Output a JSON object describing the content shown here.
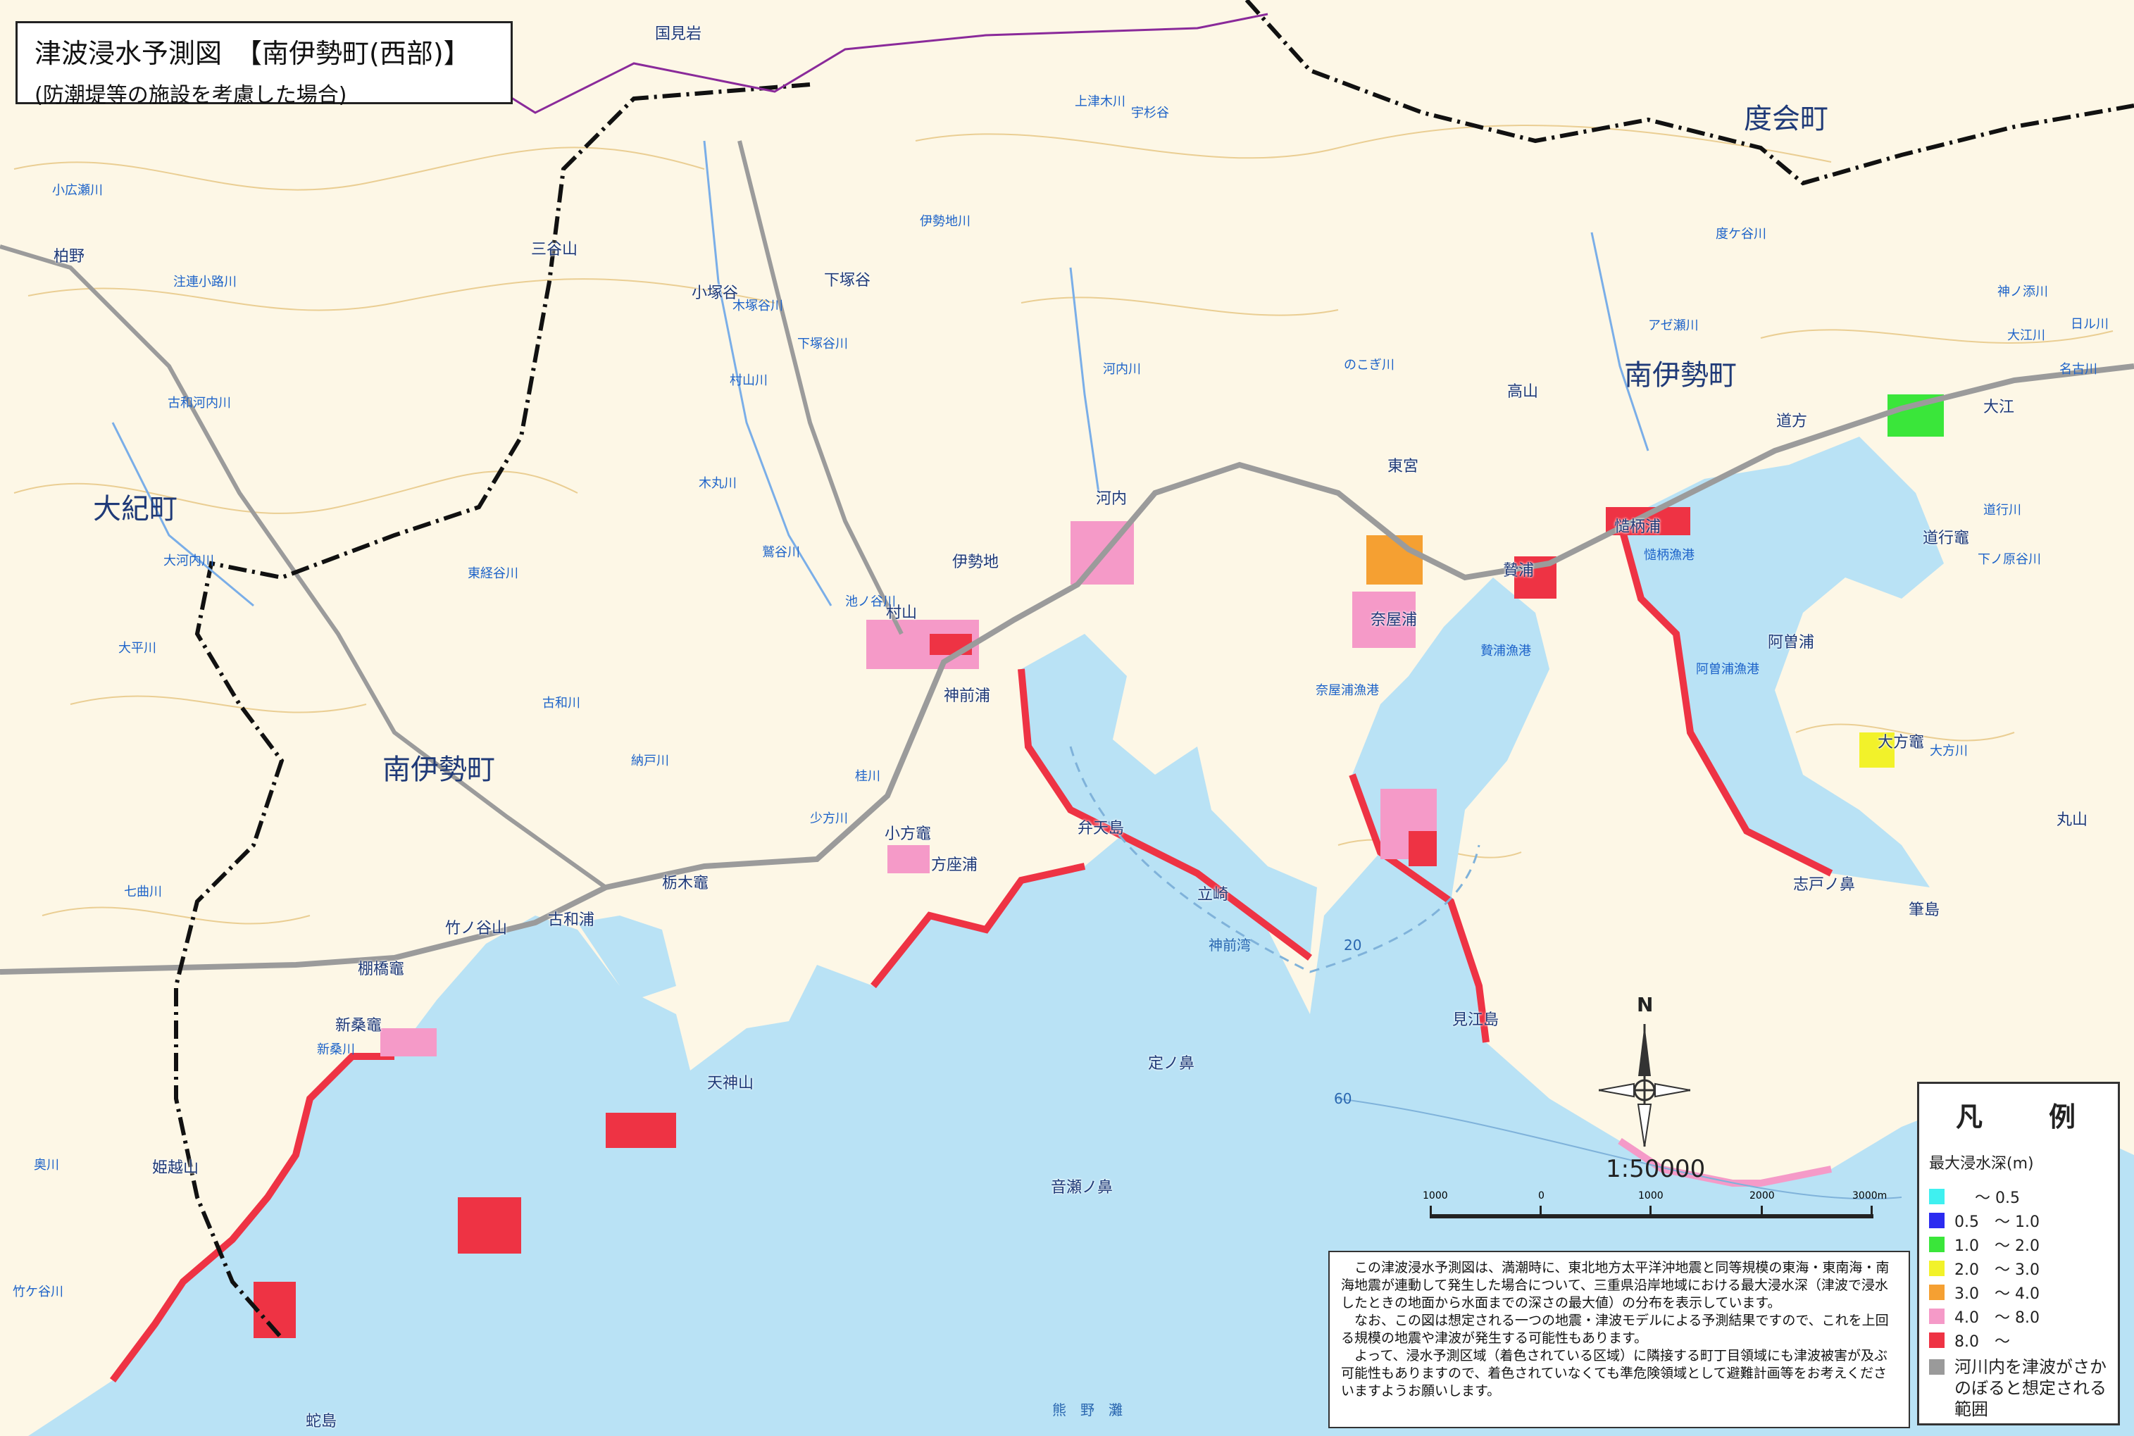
{
  "title": {
    "line1": "津波浸水予測図　【南伊勢町(西部)】",
    "line2": "(防潮堤等の施設を考慮した場合)"
  },
  "towns": {
    "ki": "大紀町",
    "minamiise_west": "南伊勢町",
    "minamiise_east": "南伊勢町",
    "watarai": "度会町"
  },
  "places": {
    "kuromiiwa": "国見岩",
    "kashino": "柏野",
    "sangoyama": "三谷山",
    "kozukadani": "小塚谷",
    "shimozukadani": "下塚谷",
    "takayama": "高山",
    "michikata": "道方",
    "oe": "大江",
    "kouchi": "河内",
    "higashimiya": "東宮",
    "iseji": "伊勢地",
    "murayama": "村山",
    "kanzakiura": "神前浦",
    "nazaura": "奈屋浦",
    "nie": "贄浦",
    "shigoura": "慥柄浦",
    "dogyo": "道行竈",
    "asoura": "阿曽浦",
    "okatakama": "大方竈",
    "taketaniyama": "竹ノ谷山",
    "gowaura": "古和浦",
    "tochinoki": "栃木竈",
    "kogatakama": "小方竈",
    "hozaura": "方座浦",
    "benten": "弁天島",
    "tatesaki": "立崎",
    "kanzakiwan": "神前湾",
    "jotsubana": "定ノ鼻",
    "tenjinyama": "天神山",
    "otosebana": "音瀬ノ鼻",
    "mietoshima": "見江島",
    "shitobana": "志戸ノ鼻",
    "fudejima": "筆島",
    "maruyama": "丸山",
    "tanahashi": "棚橋竈",
    "shinkuwa": "新桑竈",
    "himegoyama": "姫越山",
    "hebijima": "蛇島",
    "sea_kumano": "熊　野　灘",
    "contour_20": "20",
    "contour_60": "60"
  },
  "rivers": {
    "kohirose": "小広瀬川",
    "chushinkoshi": "注連小路川",
    "furuwakochi": "古和河内川",
    "kamitsuki": "上津木川",
    "ujisugi": "宇杉谷",
    "isejigawa": "伊勢地川",
    "kouchigawa": "河内川",
    "noguchi": "のこぎ川",
    "azesegawa": "アゼ瀬川",
    "kogeta": "度ケ谷川",
    "kizuka": "木塚谷川",
    "murayamagawa": "村山川",
    "shimozuka": "下塚谷川",
    "kimarugawa": "木丸川",
    "iwaki": "鷲谷川",
    "ogawachi": "大河内川",
    "ikenotani": "池ノ谷川",
    "kowagawa": "古和川",
    "nadokogawa": "納戸川",
    "katsuragawa": "桂川",
    "shokata": "少方川",
    "ohiragawa": "大平川",
    "higashikei": "東経谷川",
    "michiyukigawa": "道行川",
    "ohkatagawa": "大方川",
    "shinkuwagawa": "新桑川",
    "shimoharu": "下ノ原谷川",
    "kanozoe": "神ノ添川",
    "hiru": "日ル川",
    "okuwa": "奥川",
    "nanamagari": "七曲川",
    "takeke": "竹ケ谷川",
    "ohegawa": "大江川",
    "meshi": "名古川",
    "nie_port": "贄浦漁港",
    "nazaura_port": "奈屋浦漁港",
    "shigo_port": "慥柄漁港",
    "aso_port": "阿曽浦漁港"
  },
  "north": {
    "label": "N"
  },
  "scale": {
    "ratio": "1:50000",
    "ticks": [
      "1000",
      "0",
      "1000",
      "2000",
      "3000m"
    ]
  },
  "legend": {
    "title": "凡　例",
    "subtitle": "最大浸水深(m)",
    "items": [
      {
        "label": "　 〜 0.5",
        "color": "#3ff0f0"
      },
      {
        "label": "0.5　〜 1.0",
        "color": "#2b2bf0"
      },
      {
        "label": "1.0　〜 2.0",
        "color": "#3ae63a"
      },
      {
        "label": "2.0　〜 3.0",
        "color": "#f2f22a"
      },
      {
        "label": "3.0　〜 4.0",
        "color": "#f5a032"
      },
      {
        "label": "4.0　〜 8.0",
        "color": "#f59ac8"
      },
      {
        "label": "8.0　〜",
        "color": "#ee3344"
      }
    ],
    "gray_label": "河川内を津波がさかのぼると想定される範囲",
    "gray_color": "#9a9a9a"
  },
  "notes": {
    "p1": "この津波浸水予測図は、満潮時に、東北地方太平洋沖地震と同等規模の東海・東南海・南海地震が連動して発生した場合について、三重県沿岸地域における最大浸水深（津波で浸水したときの地面から水面までの深さの最大値）の分布を表示しています。",
    "p2": "なお、この図は想定される一つの地震・津波モデルによる予測結果ですので、これを上回る規模の地震や津波が発生する可能性もあります。",
    "p3": "よって、浸水予測区域（着色されている区域）に隣接する町丁目領域にも津波被害が及ぶ可能性もありますので、着色されていなくても準危険領域として避難計画等をお考えくださいますようお願いします。"
  },
  "colors": {
    "land": "#fdf7e6",
    "sea": "#b9e2f5",
    "contour": "#e8c98a",
    "boundary": "#111111",
    "road": "#9b9b9b",
    "town_border": "#8a2a9a"
  }
}
